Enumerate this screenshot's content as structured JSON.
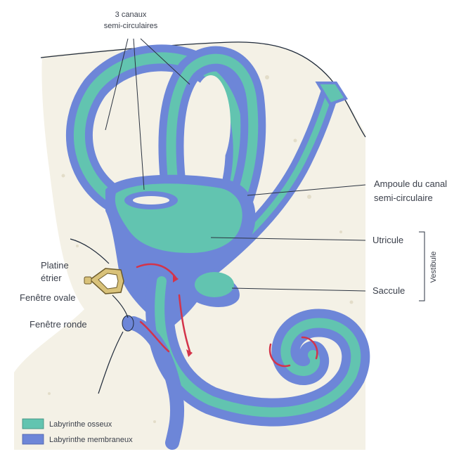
{
  "labels": {
    "canaux_line1": "3 canaux",
    "canaux_line2": "semi-circulaires",
    "ampoule_line1": "Ampoule du canal",
    "ampoule_line2": "semi-circulaire",
    "utricule": "Utricule",
    "saccule": "Saccule",
    "vestibule": "Vestibule",
    "platine_line1": "Platine",
    "platine_line2": "étrier",
    "fenetre_ovale": "Fenêtre ovale",
    "fenetre_ronde": "Fenêtre ronde"
  },
  "legend": [
    {
      "label": "Labyrinthe osseux",
      "color": "#62c4b0"
    },
    {
      "label": "Labyrinthe membraneux",
      "color": "#6d86d8"
    }
  ],
  "colors": {
    "background_tissue": "#f4f1e6",
    "bone_labyrinth": "#62c4b0",
    "membranous_labyrinth": "#6d86d8",
    "outline": "#1f2a3a",
    "arrow_red": "#d3344a",
    "stapes": "#d9c27a"
  }
}
